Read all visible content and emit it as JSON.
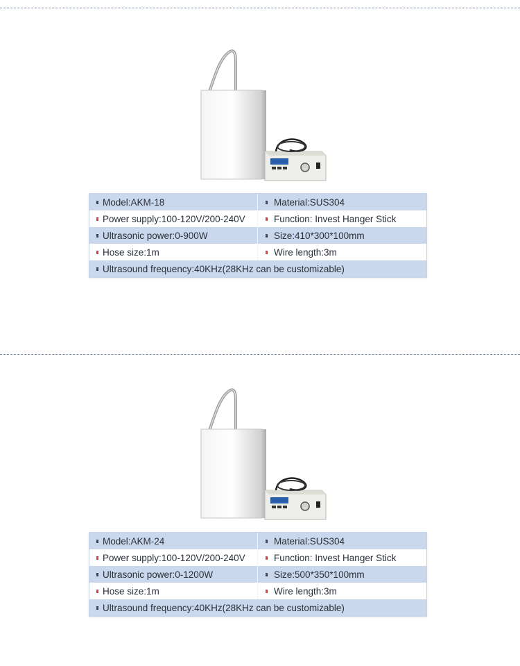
{
  "colors": {
    "row_shade": "#c9d8ec",
    "bullet_dark": "#3b4658",
    "bullet_red": "#d64040",
    "divider": "#7a8fa3"
  },
  "products": [
    {
      "rows": [
        {
          "left": "Model:AKM-18",
          "right": "Material:SUS304"
        },
        {
          "left": "Power supply:100-120V/200-240V",
          "right": "Function: Invest Hanger Stick"
        },
        {
          "left": "Ultrasonic power:0-900W",
          "right": "Size:410*300*100mm"
        },
        {
          "left": "Hose size:1m",
          "right": "Wire length:3m"
        }
      ],
      "full": "Ultrasound frequency:40KHz(28KHz can be customizable)"
    },
    {
      "rows": [
        {
          "left": "Model:AKM-24",
          "right": "Material:SUS304"
        },
        {
          "left": "Power supply:100-120V/200-240V",
          "right": "Function: Invest Hanger Stick"
        },
        {
          "left": "Ultrasonic power:0-1200W",
          "right": "Size:500*350*100mm"
        },
        {
          "left": "Hose size:1m",
          "right": "Wire length:3m"
        }
      ],
      "full": "Ultrasound frequency:40KHz(28KHz can be customizable)"
    }
  ]
}
